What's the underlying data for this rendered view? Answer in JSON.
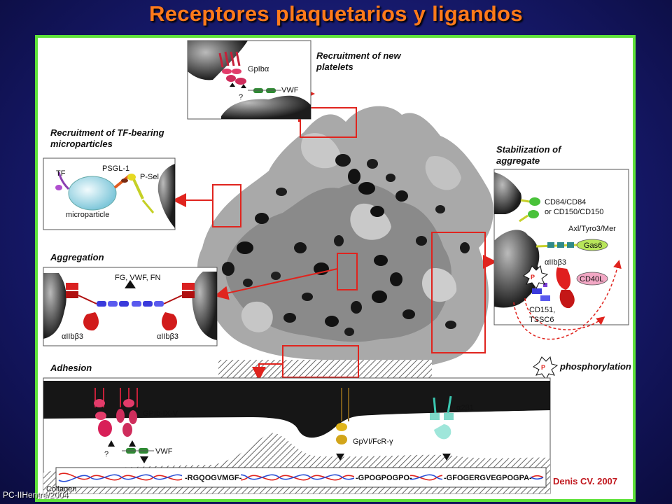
{
  "slide": {
    "title": "Receptores plaquetarios y ligandos",
    "footer_left": "PC-IIHentre/2004",
    "citation": "Denis CV. 2007"
  },
  "panels": {
    "recruitment_new": {
      "heading_line1": "Recruitment of new",
      "heading_line2": "platelets",
      "gpiba": "GpIbα",
      "vwf": "VWF",
      "question": "?"
    },
    "tf_microparticles": {
      "heading_line1": "Recruitment of TF-bearing",
      "heading_line2": "microparticles",
      "tf": "TF",
      "psgl1": "PSGL-1",
      "psel": "P-Sel",
      "microparticle": "microparticle"
    },
    "aggregation": {
      "heading": "Aggregation",
      "ligands": "FG, VWF, FN",
      "receptor_left": "αIIbβ3",
      "receptor_right": "αIIbβ3"
    },
    "stabilization": {
      "heading_line1": "Stabilization of",
      "heading_line2": "aggregate",
      "cd84_line1": "CD84/CD84",
      "cd84_line2": "or CD150/CD150",
      "axl": "Axl/Tyro3/Mer",
      "gas6": "Gas6",
      "integrin": "αIIbβ3",
      "cd40l": "CD40L",
      "cd151_line1": "CD151,",
      "cd151_line2": "TSSC6",
      "p_symbol": "P",
      "phosphorylation": "phosphorylation"
    },
    "adhesion": {
      "heading": "Adhesion",
      "gpib_ix_v": "GPIb-IX-V",
      "question": "?",
      "vwf": "VWF",
      "gpvi": "GpVI/FcR-γ",
      "a2b1": "α2β1",
      "seq1": "-RGQOGVMGF-",
      "seq2": "-GPOGPOGPO-",
      "seq3": "-GFOGERGVEGPOGPA-",
      "collagen": "Collagen"
    }
  },
  "colors": {
    "title": "#ff7a1a",
    "frame": "#5fe23a",
    "arrow": "#e0241e",
    "citation": "#c0161c"
  }
}
